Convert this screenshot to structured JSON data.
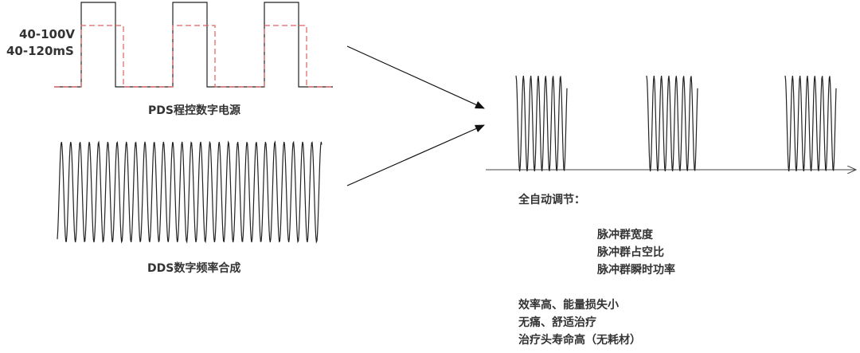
{
  "pds": {
    "voltage": "40-100V",
    "duration": "40-120mS",
    "label": "PDS程控数字电源"
  },
  "dds": {
    "label": "DDS数字频率合成"
  },
  "adjust": {
    "title": "全自动调节：",
    "items": [
      "脉冲群宽度",
      "脉冲群占空比",
      "脉冲群瞬时功率"
    ]
  },
  "benefits": [
    "效率高、能量损失小",
    "无痛、舒适治疗",
    "治疗头寿命高（无耗材）"
  ],
  "colors": {
    "line": "#222222",
    "dashed": "#e06060",
    "text": "#333333"
  }
}
